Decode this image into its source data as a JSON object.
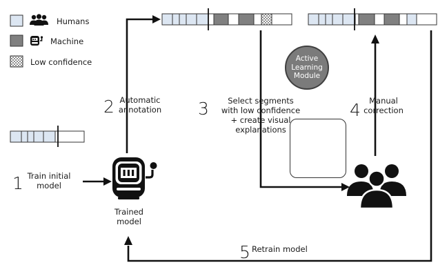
{
  "legend": {
    "humans": "Humans",
    "machine": "Machine",
    "low_confidence": "Low confidence"
  },
  "colors": {
    "human_segment": "#dce6f2",
    "machine_segment": "#808080",
    "low_confidence_pattern": "#9a9a9a",
    "circle_fill": "#7b7b7b",
    "red_flag": "#cc1f1f",
    "green_flag": "#5cae3a"
  },
  "steps": {
    "s1": {
      "number": "1",
      "line1": "Train initial",
      "line2": "model"
    },
    "s2": {
      "number": "2",
      "line1": "Automatic",
      "line2": "annotation"
    },
    "s3": {
      "number": "3",
      "line1": "Select segments",
      "line2": "with low confidence",
      "line3": "+ create visual",
      "line4": "explanations"
    },
    "s4": {
      "number": "4",
      "line1": "Manual",
      "line2": "correction"
    },
    "s5": {
      "number": "5",
      "line1": "Retrain model"
    }
  },
  "model": {
    "line1": "Trained",
    "line2": "model"
  },
  "active_learning": {
    "line1": "Active",
    "line2": "Learning",
    "line3": "Module"
  },
  "icons": {
    "humans": "people-group-icon",
    "machine": "robot-head-icon",
    "trained_model": "robot-icon",
    "annotators": "people-group-icon",
    "explanation": "decision-boundary-flags-icon"
  }
}
